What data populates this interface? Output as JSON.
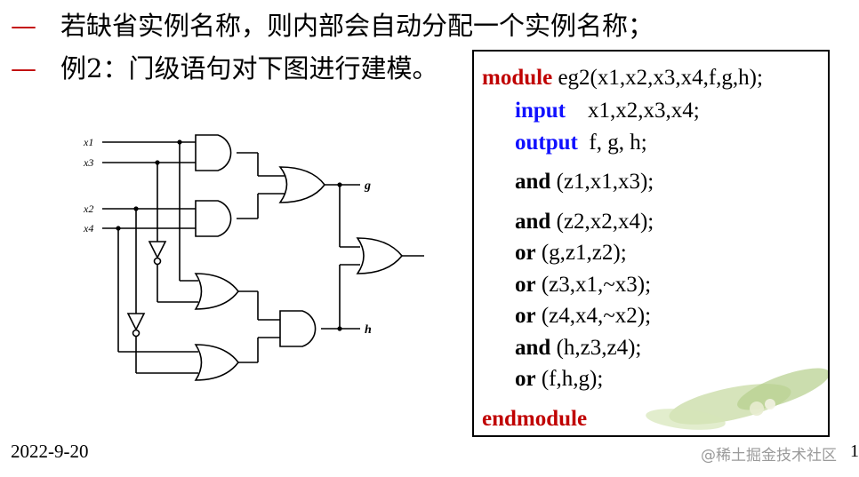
{
  "bullets": [
    {
      "dash": "—",
      "text": "若缺省实例名称，则内部会自动分配一个实例名称；"
    },
    {
      "dash": "—",
      "text": "例2：门级语句对下图进行建模。"
    }
  ],
  "circuit": {
    "inputs": [
      "x1",
      "x3",
      "x2",
      "x4"
    ],
    "outputs": [
      "g",
      "h"
    ]
  },
  "code": {
    "line1": {
      "kw": "module",
      "rest": " eg2(x1,x2,x3,x4,f,g,h);"
    },
    "line2": {
      "kw": "input",
      "rest": "    x1,x2,x3,x4;"
    },
    "line3": {
      "kw": "output",
      "rest": "  f, g, h;"
    },
    "line4": {
      "kw": "and",
      "rest": " (z1,x1,x3);"
    },
    "line5": {
      "kw": "and",
      "rest": " (z2,x2,x4);"
    },
    "line6": {
      "kw": "or",
      "rest": " (g,z1,z2);"
    },
    "line7": {
      "kw": "or",
      "rest": " (z3,x1,~x3);"
    },
    "line8": {
      "kw": "or",
      "rest": " (z4,x4,~x2);"
    },
    "line9": {
      "kw": "and",
      "rest": " (h,z3,z4);"
    },
    "line10": {
      "kw": "or",
      "rest": " (f,h,g);"
    },
    "line11": {
      "kw": "endmodule",
      "rest": ""
    }
  },
  "footer": {
    "date": "2022-9-20",
    "watermark": "@稀土掘金技术社区",
    "page": "1"
  },
  "colors": {
    "dash": "#c00000",
    "keyword_module": "#c00000",
    "keyword_port": "#1010ff",
    "keyword_gate": "#000000"
  }
}
